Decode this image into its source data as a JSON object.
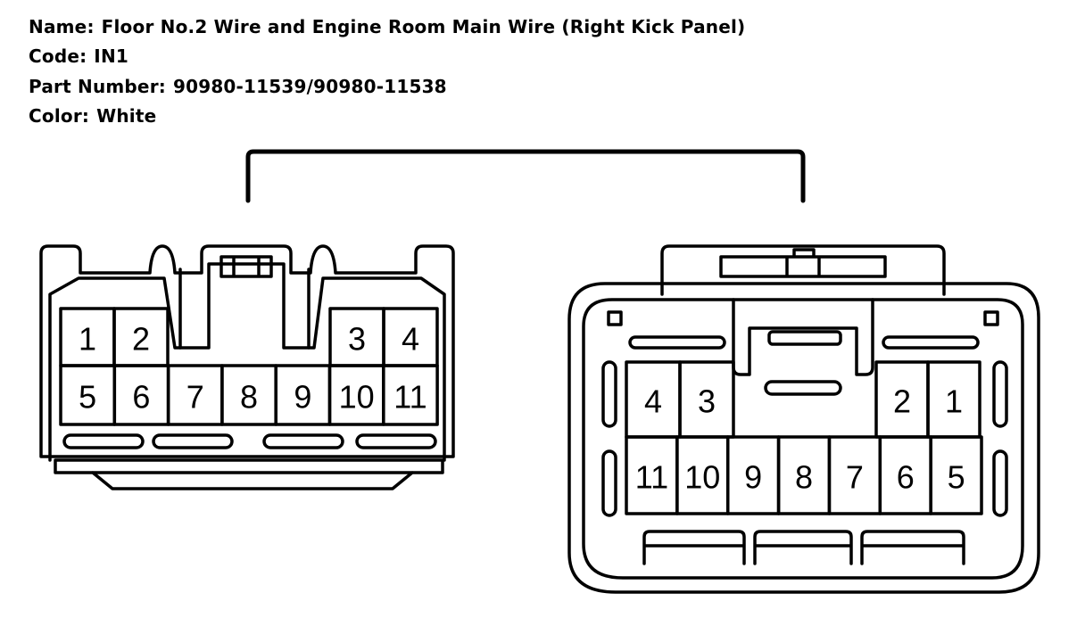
{
  "header": {
    "name_label": "Name:",
    "name_value": "Floor No.2 Wire and Engine Room Main Wire (Right Kick Panel)",
    "code_label": "Code:",
    "code_value": "IN1",
    "part_label": "Part Number:",
    "part_value": "90980-11539/90980-11538",
    "color_label": "Color:",
    "color_value": "White"
  },
  "left_connector": {
    "top_row": [
      "1",
      "2",
      "3",
      "4"
    ],
    "bottom_row": [
      "5",
      "6",
      "7",
      "8",
      "9",
      "10",
      "11"
    ]
  },
  "right_connector": {
    "top_row": [
      "4",
      "3",
      "2",
      "1"
    ],
    "bottom_row": [
      "11",
      "10",
      "9",
      "8",
      "7",
      "6",
      "5"
    ]
  }
}
